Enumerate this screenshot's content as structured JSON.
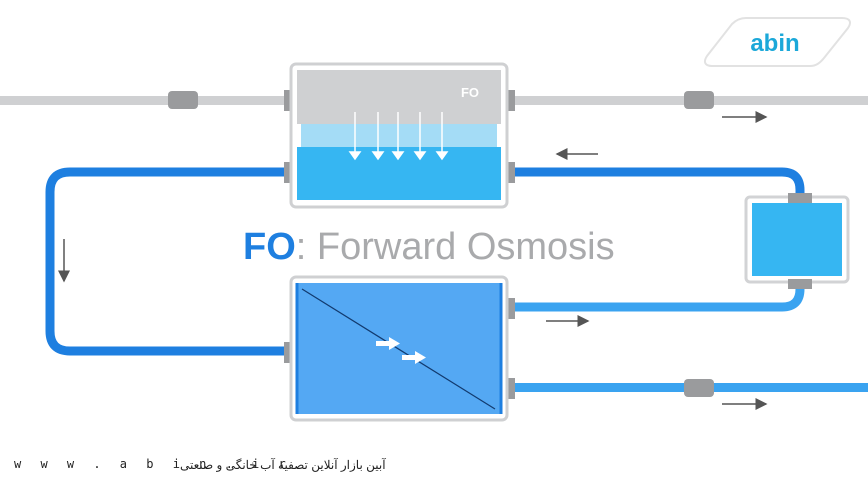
{
  "title": {
    "abbr": "FO",
    "separator": ": ",
    "full": "Forward Osmosis"
  },
  "fo_module": {
    "label": "FO"
  },
  "logo": {
    "text": "abin"
  },
  "footer": {
    "url": "w w w . a b i n . i r",
    "tagline": "آبین بازار آنلاین تصفیه آب خانگی و صنعتی"
  },
  "colors": {
    "pipe_gray": "#cfd0d2",
    "pipe_blue_dark": "#1e7fe0",
    "pipe_blue_light": "#3aa3f0",
    "water_blue": "#36b6f2",
    "membrane_blue": "#54a8f3",
    "connector_gray": "#9a9b9d",
    "title_blue": "#1e7fe0",
    "title_gray": "#a9aaac",
    "logo_teal": "#1ba8d9"
  }
}
